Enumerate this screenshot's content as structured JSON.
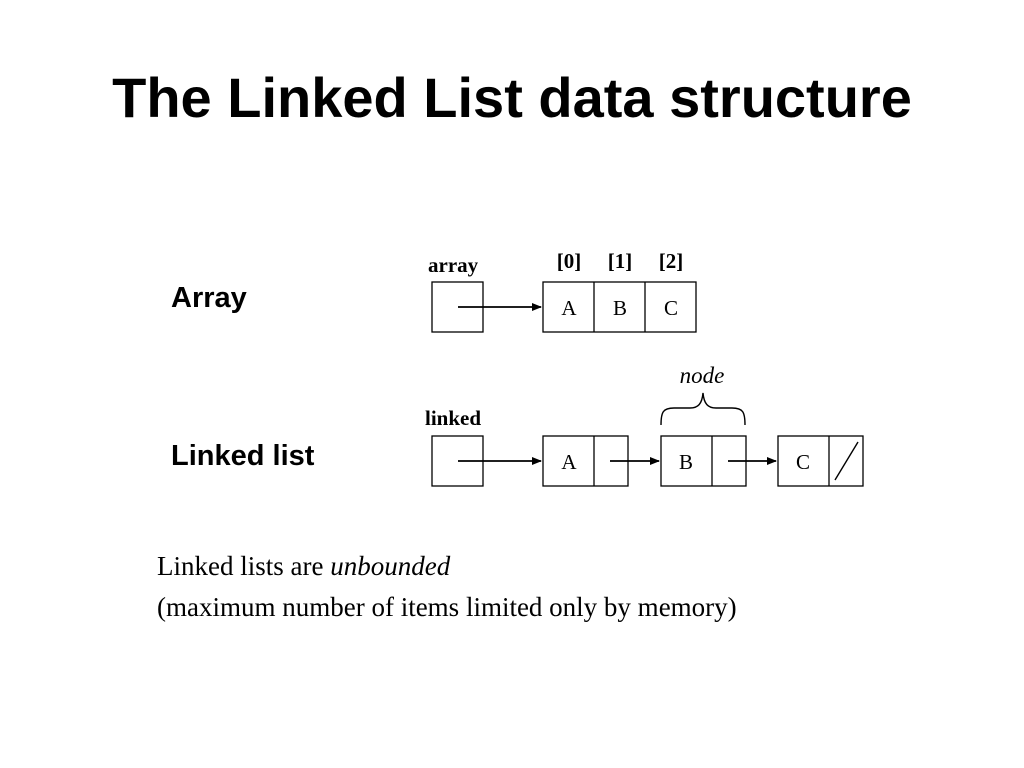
{
  "title": "The Linked List data structure",
  "rows": {
    "array_label": "Array",
    "linked_label": "Linked list"
  },
  "array": {
    "var_name": "array",
    "indices": [
      "[0]",
      "[1]",
      "[2]"
    ],
    "cells": [
      "A",
      "B",
      "C"
    ]
  },
  "linked": {
    "var_name": "linked",
    "node_caption": "node",
    "nodes": [
      {
        "value": "A",
        "next": "pointer"
      },
      {
        "value": "B",
        "next": "pointer"
      },
      {
        "value": "C",
        "next": "null"
      }
    ]
  },
  "footnote": {
    "line1_prefix": "Linked lists are ",
    "line1_emphasis": "unbounded",
    "line2": "(maximum number of items limited only by memory)"
  }
}
